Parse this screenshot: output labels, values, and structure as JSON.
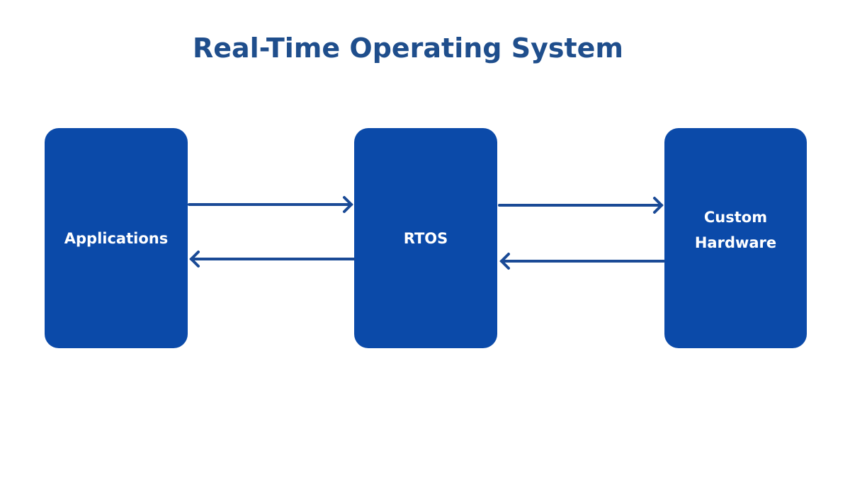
{
  "title": "Real-Time Operating System",
  "nodes": [
    {
      "label": "Applications"
    },
    {
      "label": "RTOS"
    },
    {
      "label": "Custom Hardware"
    }
  ],
  "edges": [
    {
      "from": "Applications",
      "to": "RTOS"
    },
    {
      "from": "RTOS",
      "to": "Applications"
    },
    {
      "from": "RTOS",
      "to": "Custom Hardware"
    },
    {
      "from": "Custom Hardware",
      "to": "RTOS"
    }
  ],
  "colors": {
    "box": "#0b4aa9",
    "title": "#1f4e8c",
    "arrow": "#1a4a96"
  }
}
